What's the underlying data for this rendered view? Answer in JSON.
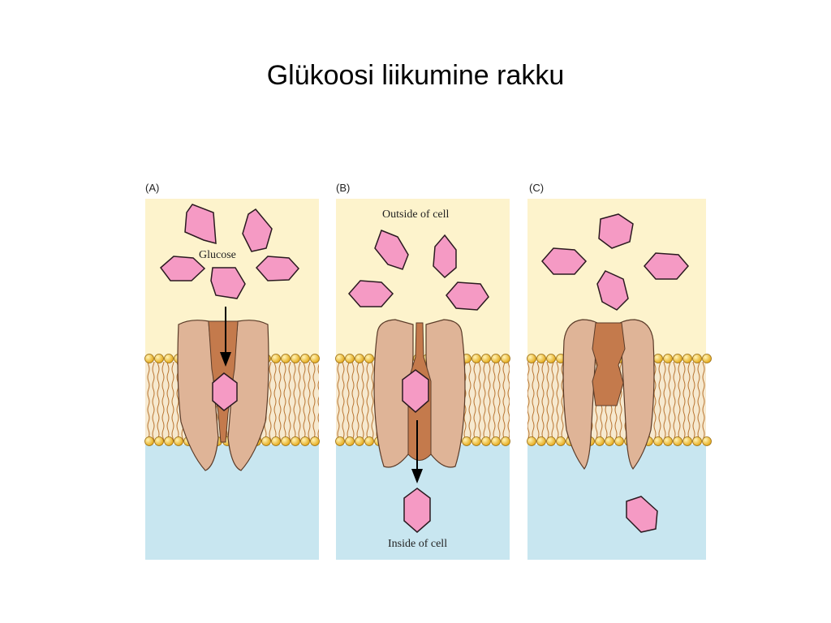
{
  "slide": {
    "title": "Glükoosi liikumine rakku"
  },
  "panels": [
    {
      "label": "(A)",
      "annotation": "Glucose"
    },
    {
      "label": "(B)",
      "outside_label": "Outside of cell",
      "inside_label": "Inside of cell"
    },
    {
      "label": "(C)"
    }
  ],
  "colors": {
    "outside": "#fdf3cc",
    "inside": "#c8e6f0",
    "protein": "#dfb497",
    "channel": "#c47a4c",
    "glucose": "#f59ac4",
    "lipid_head": "#f0bf35",
    "lipid_tail": "#b8732f"
  }
}
